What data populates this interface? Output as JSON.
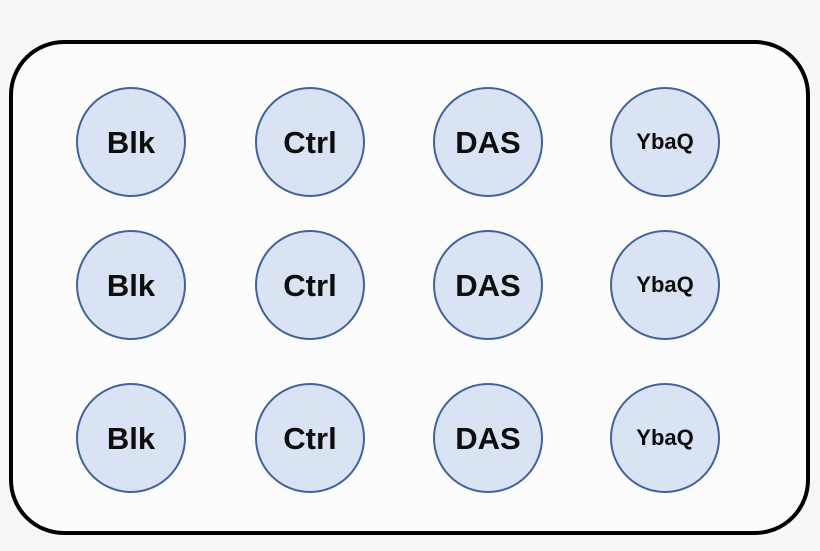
{
  "diagram": {
    "description": "Experimental plate layout: 3 replicate rows of 4 treatment group circles inside a rounded rectangle",
    "colors": {
      "page_background": "#f7f7f7",
      "panel_fill": "#fcfcfc",
      "panel_border": "#000000",
      "circle_fill": "#dae3f3",
      "circle_stroke": "#41629e",
      "label_text": "#0d0d0d"
    },
    "groups": [
      "Blk",
      "Ctrl",
      "DAS",
      "YbaQ"
    ],
    "rows": [
      {
        "cells": [
          {
            "label": "Blk"
          },
          {
            "label": "Ctrl"
          },
          {
            "label": "DAS"
          },
          {
            "label": "YbaQ"
          }
        ]
      },
      {
        "cells": [
          {
            "label": "Blk"
          },
          {
            "label": "Ctrl"
          },
          {
            "label": "DAS"
          },
          {
            "label": "YbaQ"
          }
        ]
      },
      {
        "cells": [
          {
            "label": "Blk"
          },
          {
            "label": "Ctrl"
          },
          {
            "label": "DAS"
          },
          {
            "label": "YbaQ"
          }
        ]
      }
    ]
  }
}
